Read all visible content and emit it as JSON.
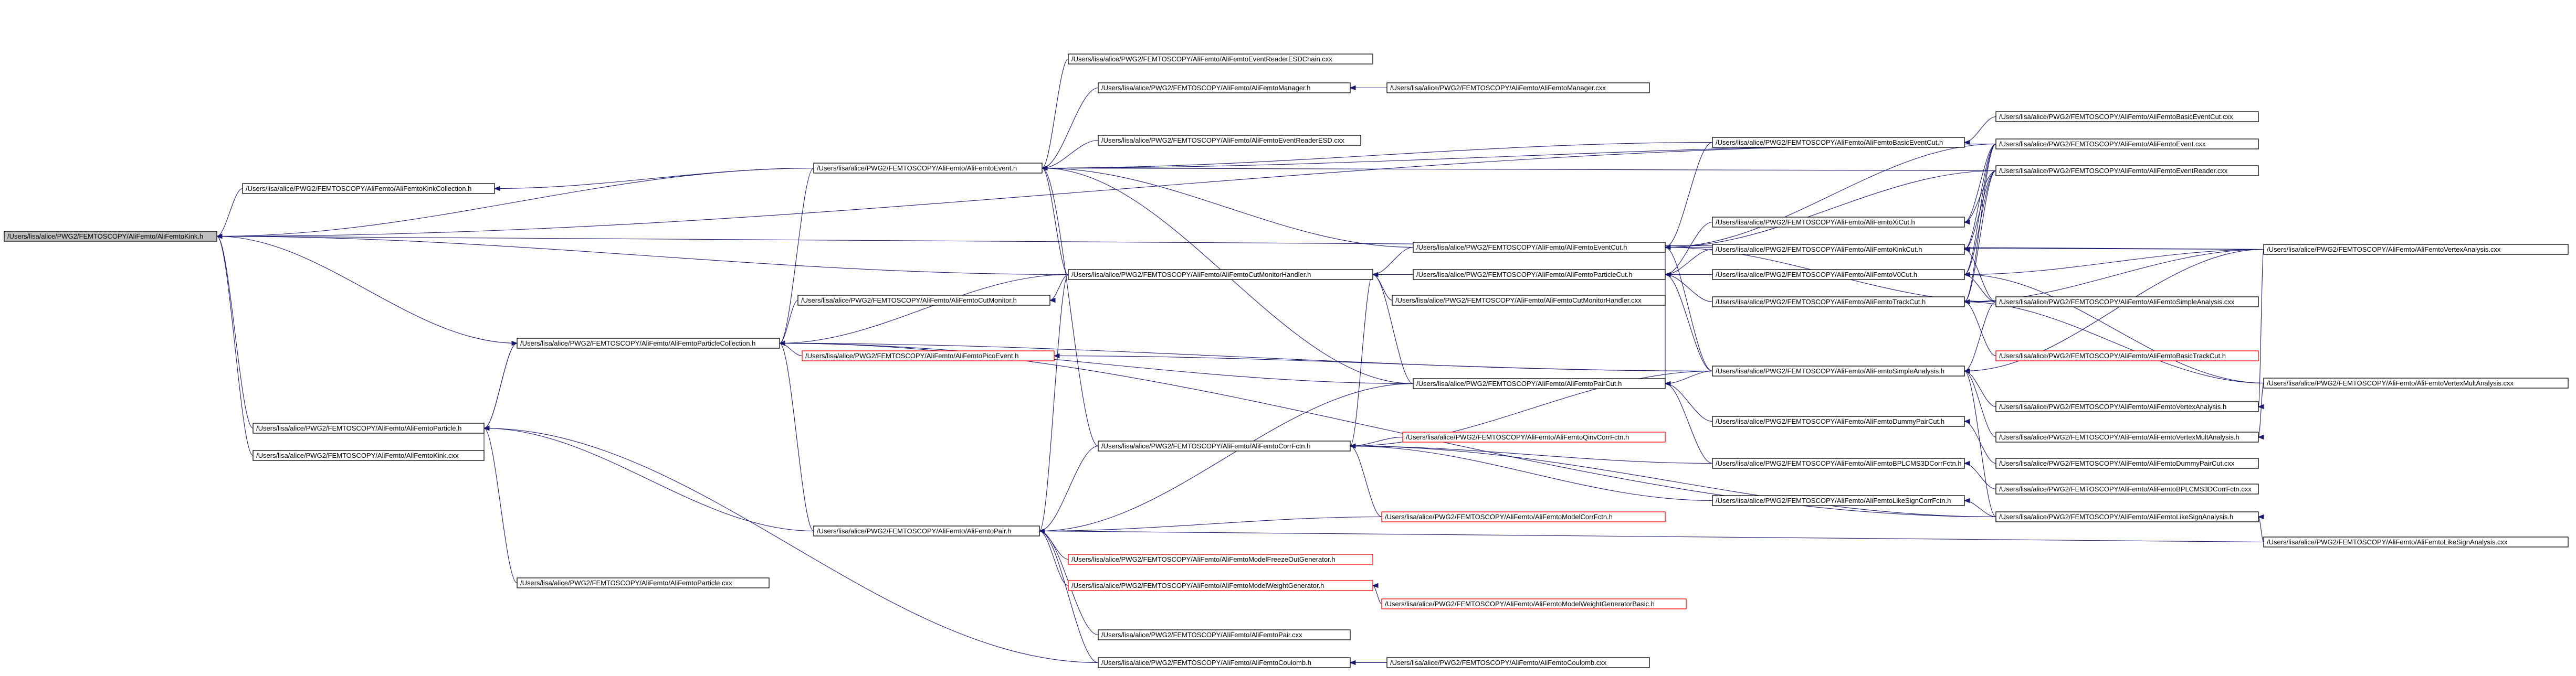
{
  "graph": {
    "colors": {
      "edge": "#191970",
      "box_border": "#000000",
      "missing_border": "#ff0000",
      "root_fill": "#bfbfbf",
      "background": "#ffffff"
    },
    "nodes": [
      {
        "id": "n0",
        "label": "/Users/lisa/alice/PWG2/FEMTOSCOPY/AliFemto/AliFemtoKink.h",
        "style": "root"
      },
      {
        "id": "n1",
        "label": "/Users/lisa/alice/PWG2/FEMTOSCOPY/AliFemto/AliFemtoKinkCollection.h"
      },
      {
        "id": "n2",
        "label": "/Users/lisa/alice/PWG2/FEMTOSCOPY/AliFemto/AliFemtoEvent.h"
      },
      {
        "id": "n3",
        "label": "/Users/lisa/alice/PWG2/FEMTOSCOPY/AliFemto/AliFemtoEventReaderESDChain.cxx"
      },
      {
        "id": "n4",
        "label": "/Users/lisa/alice/PWG2/FEMTOSCOPY/AliFemto/AliFemtoManager.h"
      },
      {
        "id": "n5",
        "label": "/Users/lisa/alice/PWG2/FEMTOSCOPY/AliFemto/AliFemtoManager.cxx"
      },
      {
        "id": "n6",
        "label": "/Users/lisa/alice/PWG2/FEMTOSCOPY/AliFemto/AliFemtoEventReaderESD.cxx"
      },
      {
        "id": "n7",
        "label": "/Users/lisa/alice/PWG2/FEMTOSCOPY/AliFemto/AliFemtoBasicEventCut.h"
      },
      {
        "id": "n8",
        "label": "/Users/lisa/alice/PWG2/FEMTOSCOPY/AliFemto/AliFemtoBasicEventCut.cxx"
      },
      {
        "id": "n9",
        "label": "/Users/lisa/alice/PWG2/FEMTOSCOPY/AliFemto/AliFemtoEvent.cxx"
      },
      {
        "id": "n10",
        "label": "/Users/lisa/alice/PWG2/FEMTOSCOPY/AliFemto/AliFemtoEventReader.cxx"
      },
      {
        "id": "n11",
        "label": "/Users/lisa/alice/PWG2/FEMTOSCOPY/AliFemto/AliFemtoXiCut.h"
      },
      {
        "id": "n12",
        "label": "/Users/lisa/alice/PWG2/FEMTOSCOPY/AliFemto/AliFemtoEventCut.h"
      },
      {
        "id": "n13",
        "label": "/Users/lisa/alice/PWG2/FEMTOSCOPY/AliFemto/AliFemtoKinkCut.h"
      },
      {
        "id": "n14",
        "label": "/Users/lisa/alice/PWG2/FEMTOSCOPY/AliFemto/AliFemtoCutMonitorHandler.h"
      },
      {
        "id": "n15",
        "label": "/Users/lisa/alice/PWG2/FEMTOSCOPY/AliFemto/AliFemtoParticleCut.h"
      },
      {
        "id": "n16",
        "label": "/Users/lisa/alice/PWG2/FEMTOSCOPY/AliFemto/AliFemtoV0Cut.h"
      },
      {
        "id": "n17",
        "label": "/Users/lisa/alice/PWG2/FEMTOSCOPY/AliFemto/AliFemtoVertexAnalysis.cxx"
      },
      {
        "id": "n18",
        "label": "/Users/lisa/alice/PWG2/FEMTOSCOPY/AliFemto/AliFemtoCutMonitor.h"
      },
      {
        "id": "n19",
        "label": "/Users/lisa/alice/PWG2/FEMTOSCOPY/AliFemto/AliFemtoCutMonitorHandler.cxx"
      },
      {
        "id": "n20",
        "label": "/Users/lisa/alice/PWG2/FEMTOSCOPY/AliFemto/AliFemtoTrackCut.h"
      },
      {
        "id": "n21",
        "label": "/Users/lisa/alice/PWG2/FEMTOSCOPY/AliFemto/AliFemtoSimpleAnalysis.cxx"
      },
      {
        "id": "n22",
        "label": "/Users/lisa/alice/PWG2/FEMTOSCOPY/AliFemto/AliFemtoParticleCollection.h"
      },
      {
        "id": "n23",
        "label": "/Users/lisa/alice/PWG2/FEMTOSCOPY/AliFemto/AliFemtoBasicTrackCut.h",
        "style": "red"
      },
      {
        "id": "n24",
        "label": "/Users/lisa/alice/PWG2/FEMTOSCOPY/AliFemto/AliFemtoPicoEvent.h",
        "style": "red"
      },
      {
        "id": "n25",
        "label": "/Users/lisa/alice/PWG2/FEMTOSCOPY/AliFemto/AliFemtoSimpleAnalysis.h"
      },
      {
        "id": "n26",
        "label": "/Users/lisa/alice/PWG2/FEMTOSCOPY/AliFemto/AliFemtoPairCut.h"
      },
      {
        "id": "n27",
        "label": "/Users/lisa/alice/PWG2/FEMTOSCOPY/AliFemto/AliFemtoVertexMultAnalysis.cxx"
      },
      {
        "id": "n28",
        "label": "/Users/lisa/alice/PWG2/FEMTOSCOPY/AliFemto/AliFemtoParticle.h"
      },
      {
        "id": "n29",
        "label": "/Users/lisa/alice/PWG2/FEMTOSCOPY/AliFemto/AliFemtoVertexAnalysis.h"
      },
      {
        "id": "n30",
        "label": "/Users/lisa/alice/PWG2/FEMTOSCOPY/AliFemto/AliFemtoKink.cxx"
      },
      {
        "id": "n31",
        "label": "/Users/lisa/alice/PWG2/FEMTOSCOPY/AliFemto/AliFemtoCorrFctn.h"
      },
      {
        "id": "n32",
        "label": "/Users/lisa/alice/PWG2/FEMTOSCOPY/AliFemto/AliFemtoQinvCorrFctn.h",
        "style": "red"
      },
      {
        "id": "n33",
        "label": "/Users/lisa/alice/PWG2/FEMTOSCOPY/AliFemto/AliFemtoDummyPairCut.h"
      },
      {
        "id": "n34",
        "label": "/Users/lisa/alice/PWG2/FEMTOSCOPY/AliFemto/AliFemtoVertexMultAnalysis.h"
      },
      {
        "id": "n35",
        "label": "/Users/lisa/alice/PWG2/FEMTOSCOPY/AliFemto/AliFemtoBPLCMS3DCorrFctn.h"
      },
      {
        "id": "n36",
        "label": "/Users/lisa/alice/PWG2/FEMTOSCOPY/AliFemto/AliFemtoDummyPairCut.cxx"
      },
      {
        "id": "n37",
        "label": "/Users/lisa/alice/PWG2/FEMTOSCOPY/AliFemto/AliFemtoBPLCMS3DCorrFctn.cxx"
      },
      {
        "id": "n38",
        "label": "/Users/lisa/alice/PWG2/FEMTOSCOPY/AliFemto/AliFemtoLikeSignCorrFctn.h"
      },
      {
        "id": "n39",
        "label": "/Users/lisa/alice/PWG2/FEMTOSCOPY/AliFemto/AliFemtoPair.h"
      },
      {
        "id": "n40",
        "label": "/Users/lisa/alice/PWG2/FEMTOSCOPY/AliFemto/AliFemtoModelCorrFctn.h",
        "style": "red"
      },
      {
        "id": "n41",
        "label": "/Users/lisa/alice/PWG2/FEMTOSCOPY/AliFemto/AliFemtoLikeSignAnalysis.h"
      },
      {
        "id": "n42",
        "label": "/Users/lisa/alice/PWG2/FEMTOSCOPY/AliFemto/AliFemtoLikeSignAnalysis.cxx"
      },
      {
        "id": "n43",
        "label": "/Users/lisa/alice/PWG2/FEMTOSCOPY/AliFemto/AliFemtoModelFreezeOutGenerator.h",
        "style": "red"
      },
      {
        "id": "n44",
        "label": "/Users/lisa/alice/PWG2/FEMTOSCOPY/AliFemto/AliFemtoModelWeightGenerator.h",
        "style": "red"
      },
      {
        "id": "n45",
        "label": "/Users/lisa/alice/PWG2/FEMTOSCOPY/AliFemto/AliFemtoParticle.cxx"
      },
      {
        "id": "n46",
        "label": "/Users/lisa/alice/PWG2/FEMTOSCOPY/AliFemto/AliFemtoModelWeightGeneratorBasic.h",
        "style": "red"
      },
      {
        "id": "n47",
        "label": "/Users/lisa/alice/PWG2/FEMTOSCOPY/AliFemto/AliFemtoPair.cxx"
      },
      {
        "id": "n48",
        "label": "/Users/lisa/alice/PWG2/FEMTOSCOPY/AliFemto/AliFemtoCoulomb.h"
      },
      {
        "id": "n49",
        "label": "/Users/lisa/alice/PWG2/FEMTOSCOPY/AliFemto/AliFemtoCoulomb.cxx"
      }
    ]
  }
}
